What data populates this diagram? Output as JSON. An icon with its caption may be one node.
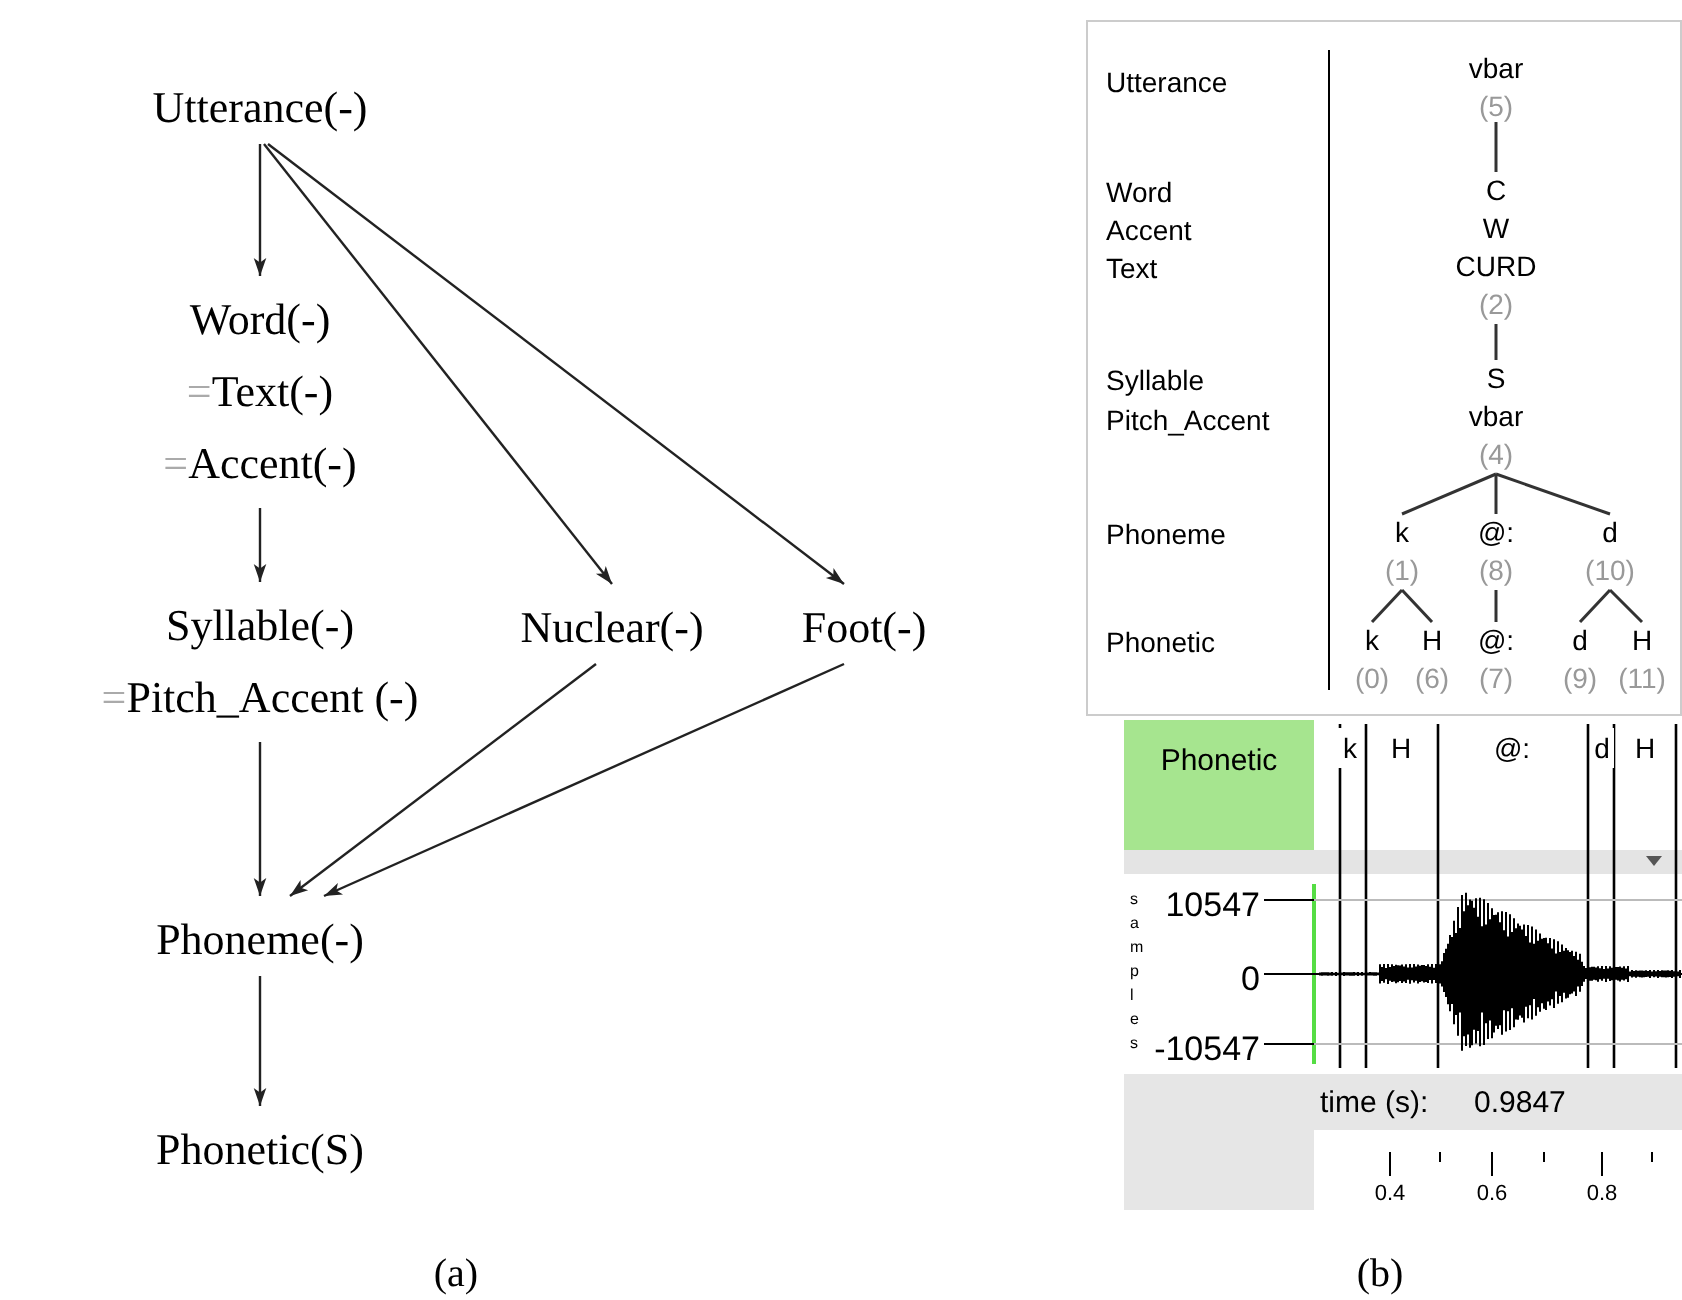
{
  "diagram": {
    "nodes": [
      {
        "text": [
          "Utterance(-)"
        ]
      },
      {
        "text": [
          "Word(-)",
          "=Text(-)",
          "=Accent(-)"
        ]
      },
      {
        "text": [
          "Syllable(-)",
          "=Pitch_Accent (-)"
        ]
      },
      {
        "text": [
          "Nuclear(-)"
        ]
      },
      {
        "text": [
          "Foot(-)"
        ]
      },
      {
        "text": [
          "Phoneme(-)"
        ]
      },
      {
        "text": [
          "Phonetic(S)"
        ]
      },
      {
        "text": [
          "vbar"
        ],
        "beside": [
          "(5)"
        ]
      },
      {
        "text": [
          "C",
          "W",
          "CURD"
        ],
        "beside": [
          "(2)"
        ]
      },
      {
        "text": [
          "S",
          "vbar"
        ],
        "beside": [
          "(4)"
        ]
      },
      {
        "text": [
          "k"
        ],
        "beside": [
          "(1)"
        ]
      },
      {
        "text": [
          "@:"
        ],
        "beside": [
          "(8)"
        ]
      },
      {
        "text": [
          "d"
        ],
        "beside": [
          "(10)"
        ]
      },
      {
        "text": [
          "k"
        ],
        "beside": [
          "(0)"
        ]
      },
      {
        "text": [
          "H"
        ],
        "beside": [
          "(6)"
        ]
      },
      {
        "text": [
          "@:"
        ],
        "beside": [
          "(7)"
        ]
      },
      {
        "text": [
          "d"
        ],
        "beside": [
          "(9)"
        ]
      },
      {
        "text": [
          "H"
        ],
        "beside": [
          "(11)"
        ]
      },
      {
        "text": [
          "Phonetic"
        ]
      },
      {
        "text": [
          "k"
        ]
      },
      {
        "text": [
          "H"
        ]
      },
      {
        "text": [
          "@:"
        ]
      },
      {
        "text": [
          "d"
        ]
      },
      {
        "text": [
          "H"
        ]
      }
    ],
    "edges": [
      {
        "from": 0,
        "to": 1,
        "arrow": "to"
      },
      {
        "from": 0,
        "to": 3,
        "arrow": "to"
      },
      {
        "from": 0,
        "to": 4,
        "arrow": "to"
      },
      {
        "from": 1,
        "to": 2,
        "arrow": "to"
      },
      {
        "from": 2,
        "to": 5,
        "arrow": "to"
      },
      {
        "from": 3,
        "to": 5,
        "arrow": "to"
      },
      {
        "from": 4,
        "to": 5,
        "arrow": "to"
      },
      {
        "from": 5,
        "to": 6,
        "arrow": "to"
      },
      {
        "from": 7,
        "to": 8,
        "arrow": "none"
      },
      {
        "from": 8,
        "to": 9,
        "arrow": "none"
      },
      {
        "from": 9,
        "to": 10,
        "arrow": "none"
      },
      {
        "from": 9,
        "to": 11,
        "arrow": "none"
      },
      {
        "from": 9,
        "to": 12,
        "arrow": "none"
      },
      {
        "from": 10,
        "to": 13,
        "arrow": "none"
      },
      {
        "from": 10,
        "to": 14,
        "arrow": "none"
      },
      {
        "from": 11,
        "to": 15,
        "arrow": "none"
      },
      {
        "from": 12,
        "to": 16,
        "arrow": "none"
      },
      {
        "from": 12,
        "to": 17,
        "arrow": "none"
      }
    ],
    "labels": [
      "Utterance",
      "Word",
      "Accent",
      "Text",
      "Syllable",
      "Pitch_Accent",
      "Phoneme",
      "Phonetic",
      "samples",
      "10547",
      "0",
      "-10547",
      "time (s):",
      "0.9847",
      "0.4",
      "0.6",
      "0.8",
      "(a)",
      "(b)"
    ]
  }
}
